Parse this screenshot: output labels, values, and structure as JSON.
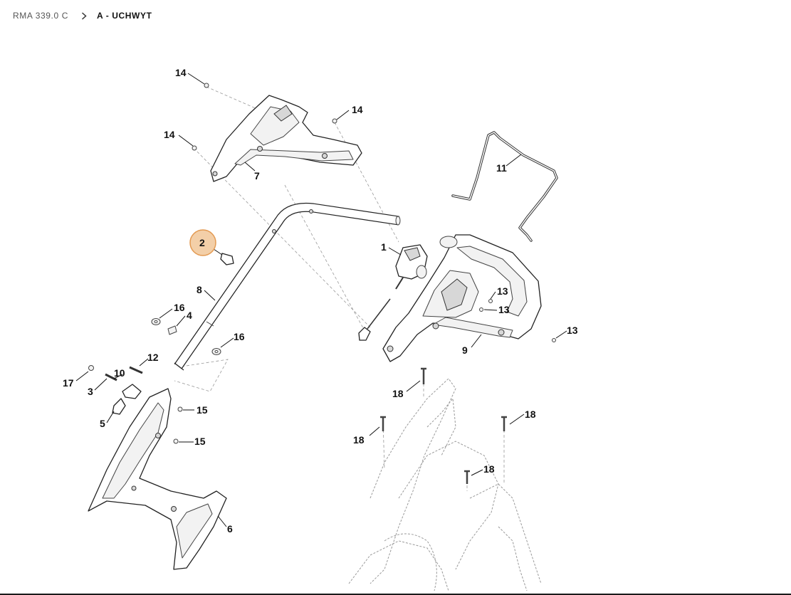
{
  "breadcrumb": {
    "parent": "RMA 339.0 C",
    "current": "A - UCHWYT",
    "separator_icon": "chevron-right-icon"
  },
  "diagram": {
    "highlight_color": "#f3cfa8",
    "highlight_border": "#e39a52",
    "highlighted_callout": "2",
    "callouts": [
      {
        "id": "c14a",
        "label": "14"
      },
      {
        "id": "c14b",
        "label": "14"
      },
      {
        "id": "c14c",
        "label": "14"
      },
      {
        "id": "c7",
        "label": "7"
      },
      {
        "id": "c11",
        "label": "11"
      },
      {
        "id": "c2",
        "label": "2"
      },
      {
        "id": "c1",
        "label": "1"
      },
      {
        "id": "c8",
        "label": "8"
      },
      {
        "id": "c13a",
        "label": "13"
      },
      {
        "id": "c13b",
        "label": "13"
      },
      {
        "id": "c13c",
        "label": "13"
      },
      {
        "id": "c16a",
        "label": "16"
      },
      {
        "id": "c4",
        "label": "4"
      },
      {
        "id": "c16b",
        "label": "16"
      },
      {
        "id": "c9",
        "label": "9"
      },
      {
        "id": "c12",
        "label": "12"
      },
      {
        "id": "c10",
        "label": "10"
      },
      {
        "id": "c17",
        "label": "17"
      },
      {
        "id": "c3",
        "label": "3"
      },
      {
        "id": "c18a",
        "label": "18"
      },
      {
        "id": "c15a",
        "label": "15"
      },
      {
        "id": "c5",
        "label": "5"
      },
      {
        "id": "c18b",
        "label": "18"
      },
      {
        "id": "c18c",
        "label": "18"
      },
      {
        "id": "c15b",
        "label": "15"
      },
      {
        "id": "c18d",
        "label": "18"
      },
      {
        "id": "c6",
        "label": "6"
      }
    ]
  }
}
